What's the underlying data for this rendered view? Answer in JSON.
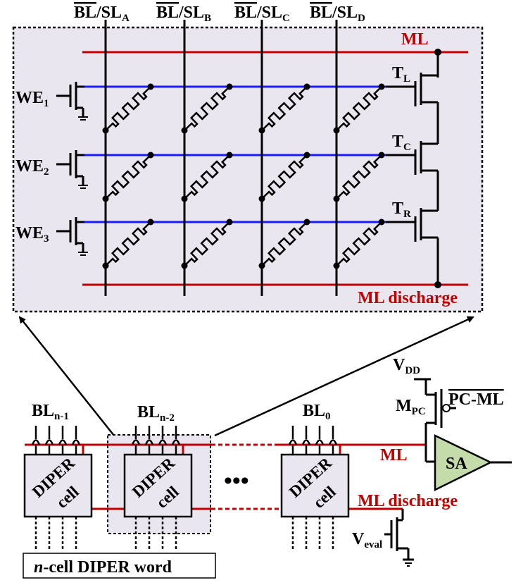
{
  "top": {
    "bitlines": [
      {
        "bar": "BL",
        "sep": "/SL",
        "sub": "A"
      },
      {
        "bar": "BL",
        "sep": "/SL",
        "sub": "B"
      },
      {
        "bar": "BL",
        "sep": "/SL",
        "sub": "C"
      },
      {
        "bar": "BL",
        "sep": "/SL",
        "sub": "D"
      }
    ],
    "ml_label": "ML",
    "ml_discharge_label": "ML discharge",
    "word_enables": [
      {
        "base": "WE",
        "sub": "1"
      },
      {
        "base": "WE",
        "sub": "2"
      },
      {
        "base": "WE",
        "sub": "3"
      }
    ],
    "transistors": [
      {
        "base": "T",
        "sub": "L"
      },
      {
        "base": "T",
        "sub": "C"
      },
      {
        "base": "T",
        "sub": "R"
      }
    ]
  },
  "bottom": {
    "cells": [
      {
        "bl_base": "BL",
        "bl_sub": "n-1",
        "line1": "DIPER",
        "line2": "cell"
      },
      {
        "bl_base": "BL",
        "bl_sub": "n-2",
        "line1": "DIPER",
        "line2": "cell"
      },
      {
        "bl_base": "BL",
        "bl_sub": "0",
        "line1": "DIPER",
        "line2": "cell"
      }
    ],
    "ellipsis": "•••",
    "vdd": {
      "base": "V",
      "sub": "DD"
    },
    "mpc": {
      "base": "M",
      "sub": "PC"
    },
    "pc_ml": "PC-ML",
    "ml_label": "ML",
    "sa_label": "SA",
    "ml_discharge_label": "ML discharge",
    "veval": {
      "base": "V",
      "sub": "eval"
    },
    "word_caption_italic": "n",
    "word_caption_rest": "-cell  DIPER word"
  },
  "colors": {
    "ml_red": "#c00000",
    "wordline_blue": "#1a1aff",
    "panel_fill": "#eae6f0",
    "sa_fill": "#c4dcaa"
  }
}
